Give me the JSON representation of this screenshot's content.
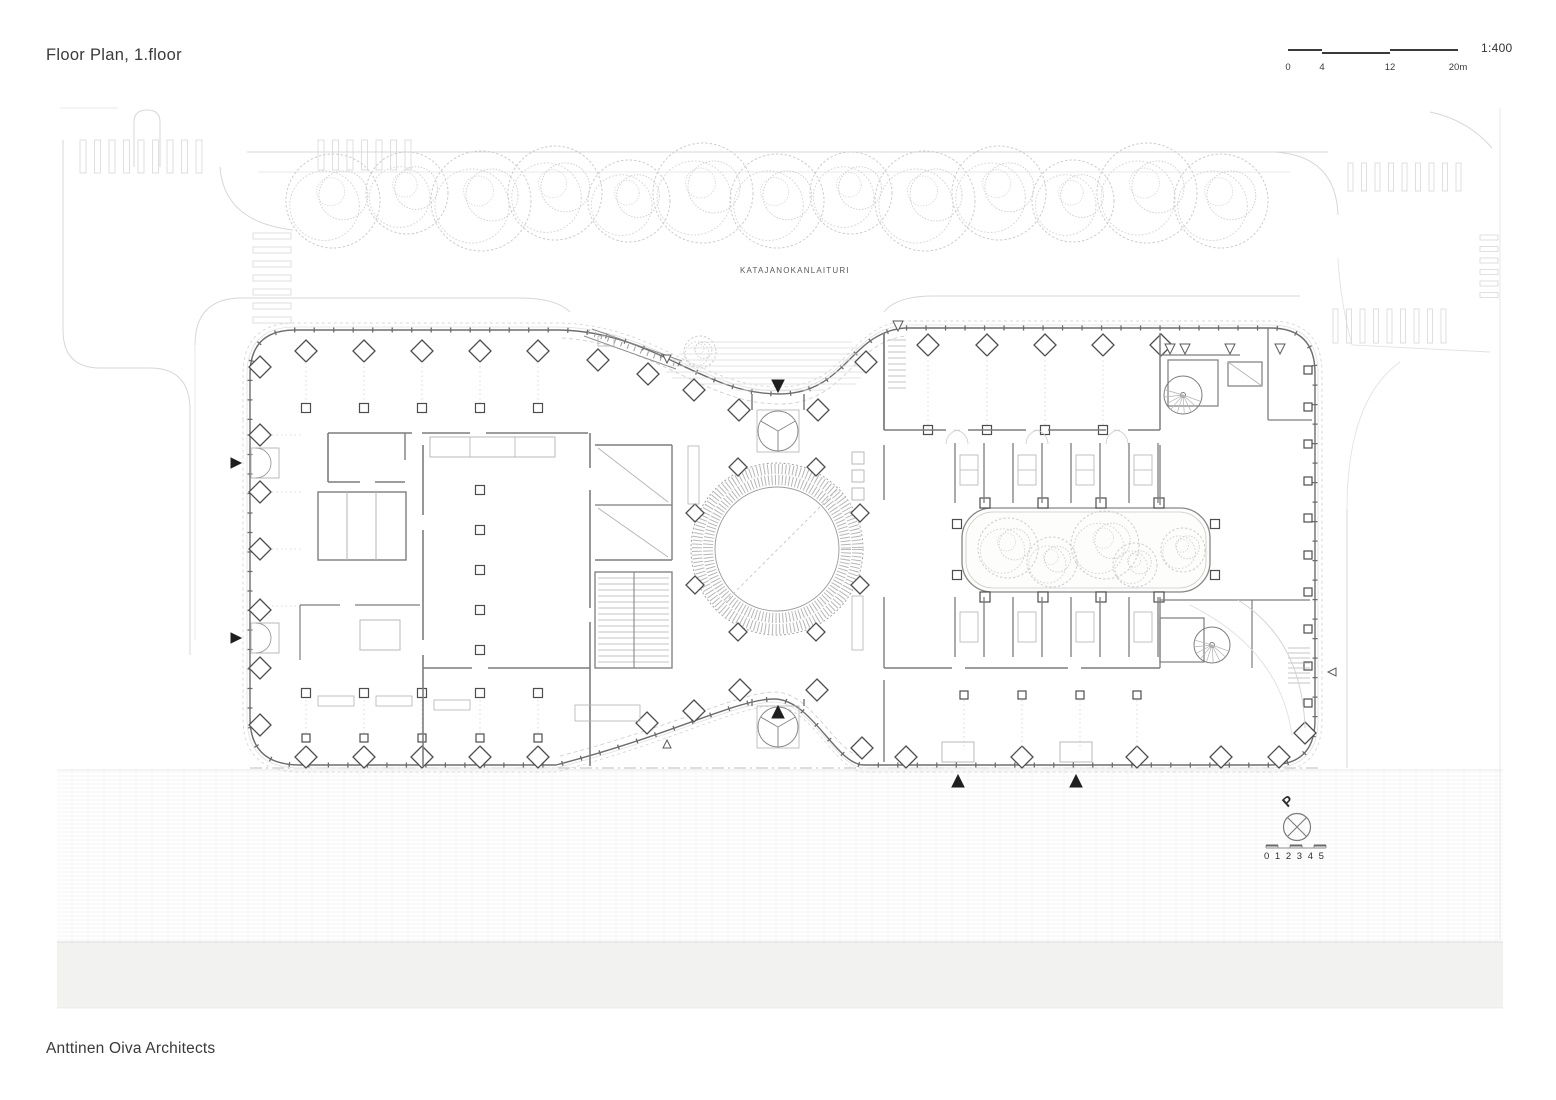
{
  "title": "Floor Plan, 1.floor",
  "scale_bar": {
    "ratio_label": "1:400",
    "ticks": [
      "0",
      "4",
      "12",
      "20m"
    ]
  },
  "site": {
    "quay_label": "KATAJANOKANLAITURI"
  },
  "north_arrow": {
    "label": "P",
    "mini_scale_label": "0 1 2 3 4 5"
  },
  "footer": {
    "firm_name": "Anttinen Oiva Architects"
  },
  "colors": {
    "site_line": "#d7d7d7",
    "site_line_soft": "#e2e2e1",
    "paving_line": "#efeeec",
    "paving_fill": "#faf9f8",
    "quay_band_fill": "#f2f2f0",
    "tree_stroke": "#cccccc",
    "tree_stroke2": "#d8d8d8",
    "facade": "#6e6e6e",
    "wall": "#7d7d7d",
    "wall_light": "#b3b3b3",
    "detail_light": "#cacaca",
    "column": "#4d4d4d",
    "grid_dot": "#cfcfcf",
    "ring_dot": "#b6b6b6",
    "ring_line": "#9a9a9a",
    "marker": "#1f1f1f",
    "dashline": "#bdbdbd"
  }
}
